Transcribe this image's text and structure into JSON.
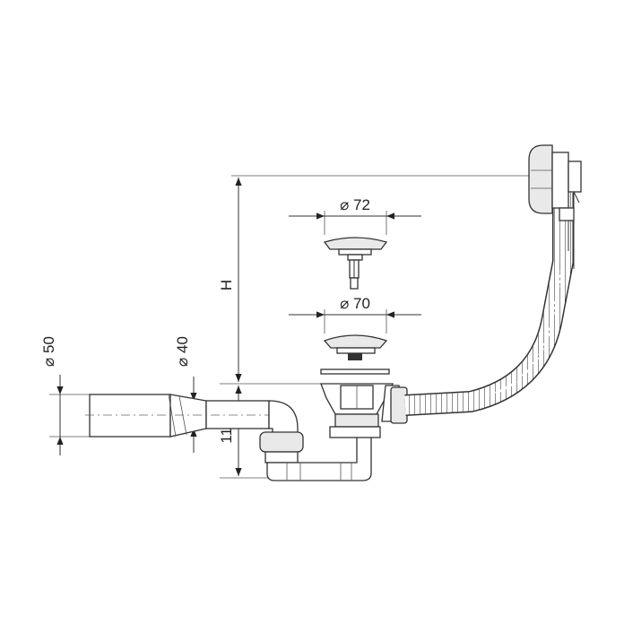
{
  "drawing": {
    "title": "",
    "dimensions": {
      "cap_diameter": "⌀ 72",
      "strainer_diameter": "⌀ 70",
      "outlet_diameter_50": "⌀ 50",
      "outlet_diameter_40": "⌀ 40",
      "height_label": "H",
      "trap_height": "110"
    },
    "colors": {
      "line": "#333333",
      "fill": "#ffffff",
      "shade": "#e9e9e9"
    }
  }
}
